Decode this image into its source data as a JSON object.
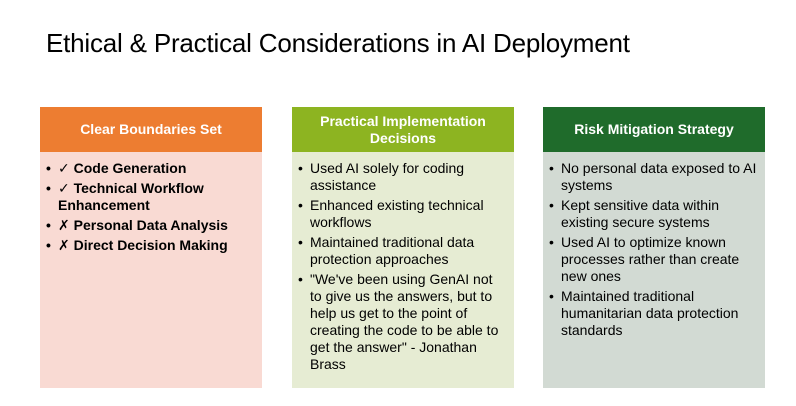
{
  "slide": {
    "title": "Ethical & Practical Considerations in AI Deployment"
  },
  "colors": {
    "card1_header": "#ED7D31",
    "card1_body": "#F9DAD3",
    "card2_header": "#8DB421",
    "card2_body": "#E6ECD3",
    "card3_header": "#1F6B2B",
    "card3_body": "#D2DAD3"
  },
  "cards": [
    {
      "header": "Clear Boundaries Set",
      "items": [
        "✓ Code Generation",
        "✓ Technical Workflow Enhancement",
        "✗ Personal Data Analysis",
        "✗ Direct Decision Making"
      ]
    },
    {
      "header": "Practical Implementation Decisions",
      "items": [
        "Used AI solely for coding assistance",
        "Enhanced existing technical workflows",
        "Maintained traditional data protection approaches",
        "\"We've been using GenAI not to give us the answers, but to help us get to the point of creating the code to be able to get the answer\" - Jonathan Brass"
      ]
    },
    {
      "header": "Risk Mitigation Strategy",
      "items": [
        "No personal data exposed to AI systems",
        "Kept sensitive data within existing secure systems",
        "Used AI to optimize known processes rather than create new ones",
        "Maintained traditional humanitarian data protection standards"
      ]
    }
  ]
}
